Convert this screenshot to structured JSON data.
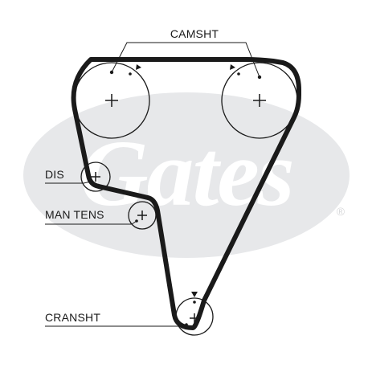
{
  "labels": {
    "camshaft": "CAMSHT",
    "distributor": "DIS",
    "tensioner": "MAN TENS",
    "crankshaft": "CRANSHT"
  },
  "watermark": {
    "brand": "Gates",
    "trademark": "®"
  },
  "colors": {
    "ink": "#1a1a1a",
    "watermark": "#e7e8ea",
    "background": "#ffffff"
  }
}
